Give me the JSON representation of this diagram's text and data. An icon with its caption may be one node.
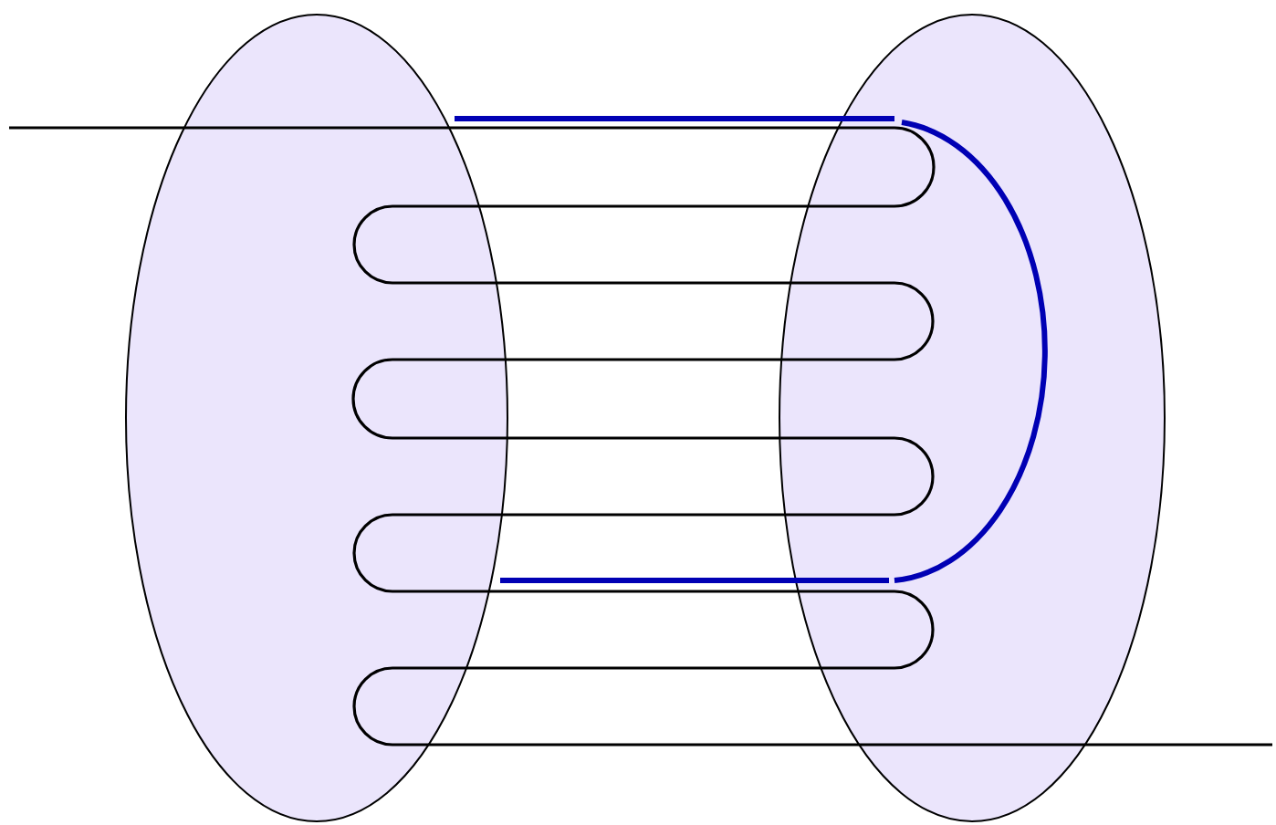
{
  "diagram": {
    "nodes": [
      {
        "text": [],
        "shape": "ellipse"
      },
      {
        "text": [],
        "shape": "ellipse"
      }
    ],
    "edges": [
      {
        "from": 0,
        "to": 1,
        "arrow": "none"
      }
    ]
  }
}
